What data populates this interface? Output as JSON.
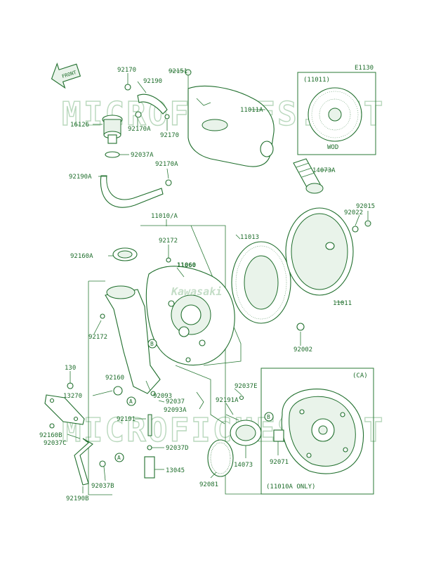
{
  "diagram": {
    "code": "E1130",
    "front_label": "FRONT",
    "watermark": "MICROFICHES.NET",
    "logo_text": "Kawasaki",
    "inset_wod": {
      "part": "(11011)",
      "caption": "WOD"
    },
    "inset_ca": {
      "caption": "(CA)",
      "note": "(11010A ONLY)"
    },
    "parts": {
      "p92151": "92151",
      "p92170_top": "92170",
      "p92190": "92190",
      "p16126": "16126",
      "p92170A_1": "92170A",
      "p92170_mid": "92170",
      "p11011A": "11011A",
      "p92037A": "92037A",
      "p92170A_2": "92170A",
      "p92190A": "92190A",
      "p14073A": "14073A",
      "p92015": "92015",
      "p92022": "92022",
      "p11010A": "11010/A",
      "p11013": "11013",
      "p92172_top": "92172",
      "p92160A": "92160A",
      "p11060": "11060",
      "p11011": "11011",
      "p92172_left": "92172",
      "p92002": "92002",
      "p130": "130",
      "p13270": "13270",
      "p92160": "92160",
      "p92093": "92093",
      "p92037E": "92037E",
      "p92037": "92037",
      "p92093A": "92093A",
      "p92191A": "92191A",
      "p92160B": "92160B",
      "p92037C": "92037C",
      "p92191": "92191",
      "p92037D": "92037D",
      "p14073": "14073",
      "p92071": "92071",
      "p13045": "13045",
      "p92081": "92081",
      "p92037B": "92037B",
      "p92190B": "92190B"
    },
    "callouts": {
      "A": "A",
      "B": "B"
    }
  }
}
